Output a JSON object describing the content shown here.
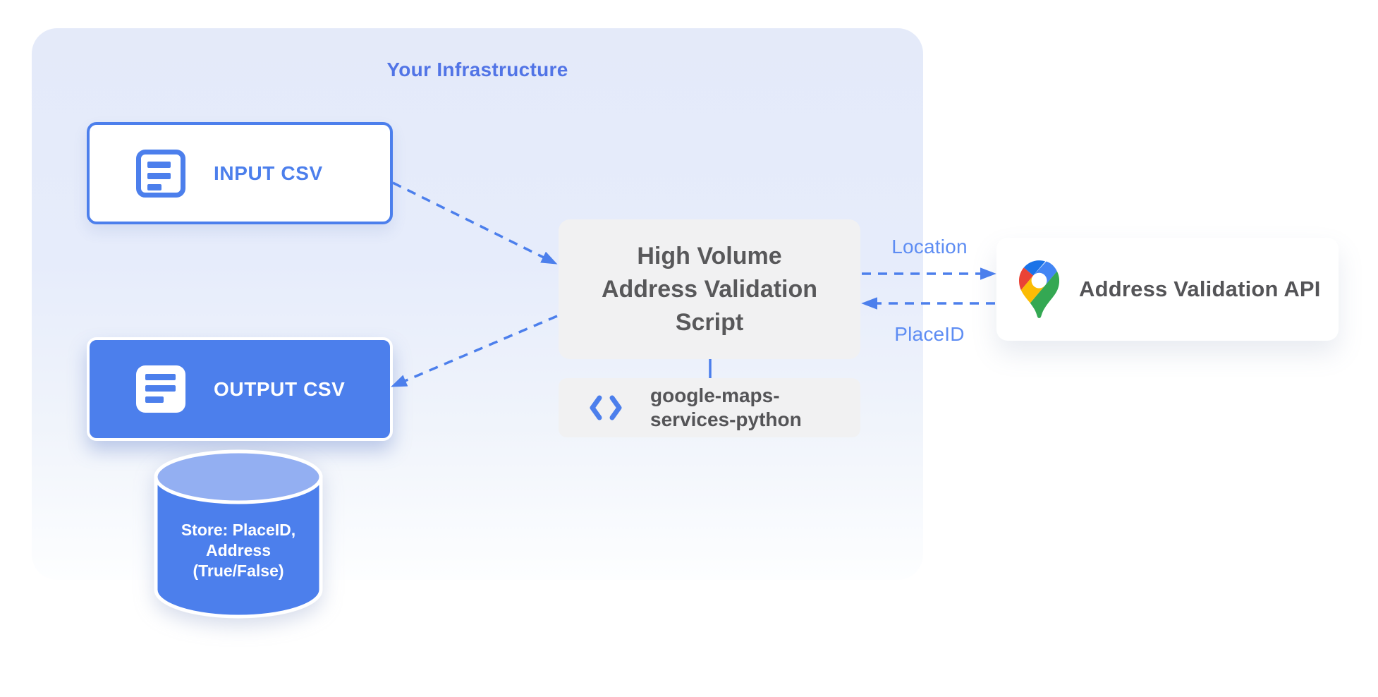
{
  "diagram": {
    "region_label": "Your Infrastructure",
    "nodes": {
      "input_csv": {
        "label": "INPUT CSV",
        "icon": "document-icon"
      },
      "output_csv": {
        "label": "OUTPUT CSV",
        "icon": "document-icon"
      },
      "datastore": {
        "label": "Store: PlaceID,\nAddress\n(True/False)",
        "icon": "database-cylinder-icon"
      },
      "script": {
        "label": "High Volume\nAddress Validation\nScript"
      },
      "library": {
        "label": "google-maps-\nservices-python",
        "icon": "code-icon"
      },
      "api": {
        "label": "Address Validation API",
        "icon": "google-maps-pin-icon"
      }
    },
    "edge_labels": {
      "location": "Location",
      "placeid": "PlaceID"
    },
    "colors": {
      "primary_blue": "#4C7FEC",
      "cylinder_top_blue": "#93AFF2",
      "edge_label_blue": "#5E8DF3",
      "region_title_blue": "#5174E6",
      "gray_box": "#F1F1F2",
      "dark_gray_text": "#58585A",
      "container_top": "#E4EAF9",
      "container_bottom": "#FDFEFF",
      "pin_red": "#EA4335",
      "pin_blue": "#4285F4",
      "pin_dark_blue": "#1A73E8",
      "pin_yellow": "#FBBC04",
      "pin_green": "#34A853"
    }
  }
}
